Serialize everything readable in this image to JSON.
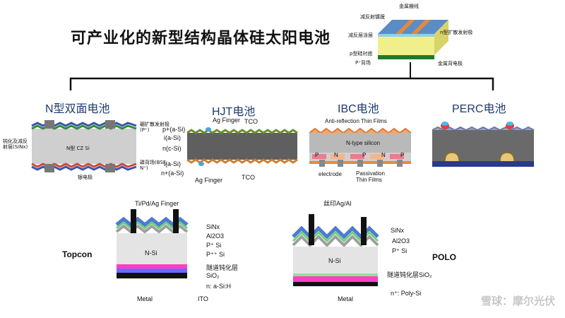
{
  "page_title": "可产业化的新型结构晶体硅太阳电池",
  "top_diagram": {
    "labels": [
      "金属栅线",
      "减反射镀膜",
      "减反层涂层",
      "n型扩散发射极",
      "p型硅衬底",
      "P⁺背场",
      "金属背电极"
    ]
  },
  "cells": {
    "n_bifacial": {
      "title": "N型双面电池",
      "center": "N型 CZ Si",
      "left_label": "钝化及减反射层(SiNx)",
      "top_right": "硼扩散发射极(P⁺)",
      "bottom_right": "磷背场(BSF, N⁺)",
      "bottom": "银电极"
    },
    "hjt": {
      "title": "HJT电池",
      "left": [
        "p+(a-Si)",
        "i(a-Si)",
        "n(c-Si)",
        "i(a-Si)",
        "n+(a-Si)"
      ],
      "top_finger": "Ag Finger",
      "top_tco": "TCO",
      "bottom_finger": "Ag Finger",
      "bottom_tco": "TCO"
    },
    "ibc": {
      "title": "IBC电池",
      "arc": "Anti-reflection Thin Films",
      "center": "N-type silicon",
      "regions": [
        "P",
        "N",
        "P",
        "N",
        "P"
      ],
      "electrode": "electrode",
      "passivation": "Passivation\nThin Films"
    },
    "perc": {
      "title": "PERC电池"
    },
    "topcon": {
      "name": "Topcon",
      "finger": "Ti/Pd/Ag Finger",
      "layers": [
        "SiNx",
        "Al2O3",
        "P⁺ Si",
        "P⁺⁺ Si"
      ],
      "center": "N-Si",
      "tunnel": "隧道钝化层SiO₂",
      "bottom_layer": "n: a-Si:H",
      "metal": "Metal",
      "ito": "ITO"
    },
    "polo": {
      "name": "POLO",
      "finger": "丝印Ag/Al",
      "layers": [
        "SiNx",
        "Al2O3",
        "P⁺ Si"
      ],
      "center": "N-Si",
      "tunnel": "隧道钝化层SiO₂",
      "poly": "n⁺: Poly-Si",
      "metal": "Metal"
    }
  },
  "watermark": "雪球：摩尔光伏"
}
